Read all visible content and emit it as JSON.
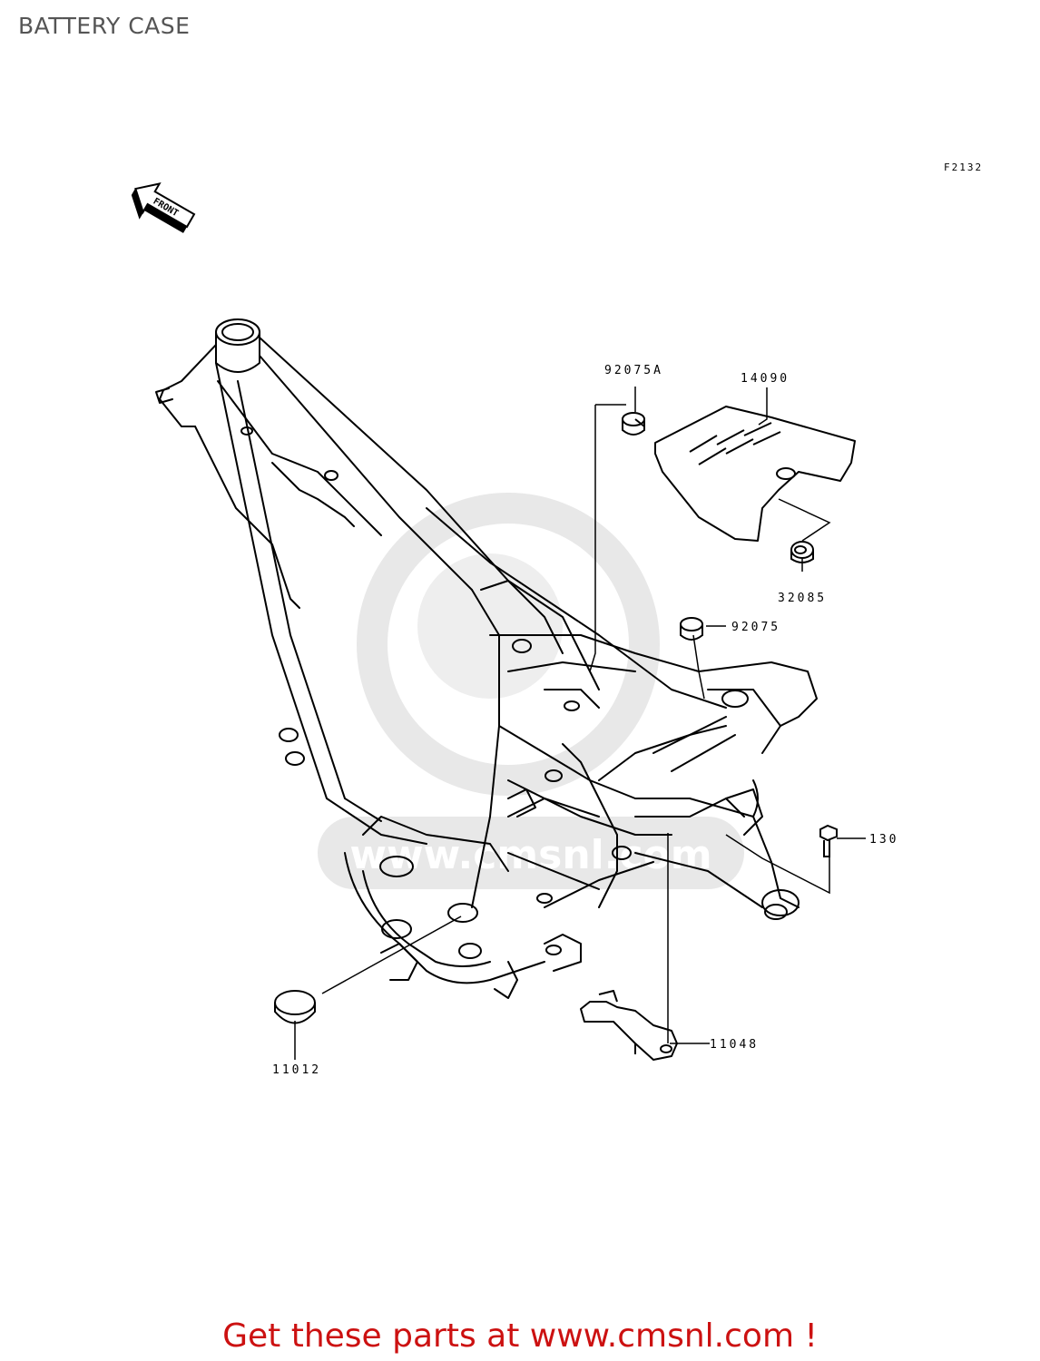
{
  "title": "BATTERY CASE",
  "diagram_code": "F2132",
  "front_label": "FRONT",
  "parts": [
    {
      "id": "part-92075a",
      "number": "92075A"
    },
    {
      "id": "part-14090",
      "number": "14090"
    },
    {
      "id": "part-32085",
      "number": "32085"
    },
    {
      "id": "part-92075",
      "number": "92075"
    },
    {
      "id": "part-130",
      "number": "130"
    },
    {
      "id": "part-11048",
      "number": "11048"
    },
    {
      "id": "part-11012",
      "number": "11012"
    }
  ],
  "watermark_text": "www.cmsnl.com",
  "footer": {
    "cta": "Get these parts at www.cmsnl.com !",
    "color": "#cc1111"
  },
  "colors": {
    "title": "#555555",
    "line": "#000000",
    "watermark": "#e6e6e6"
  }
}
